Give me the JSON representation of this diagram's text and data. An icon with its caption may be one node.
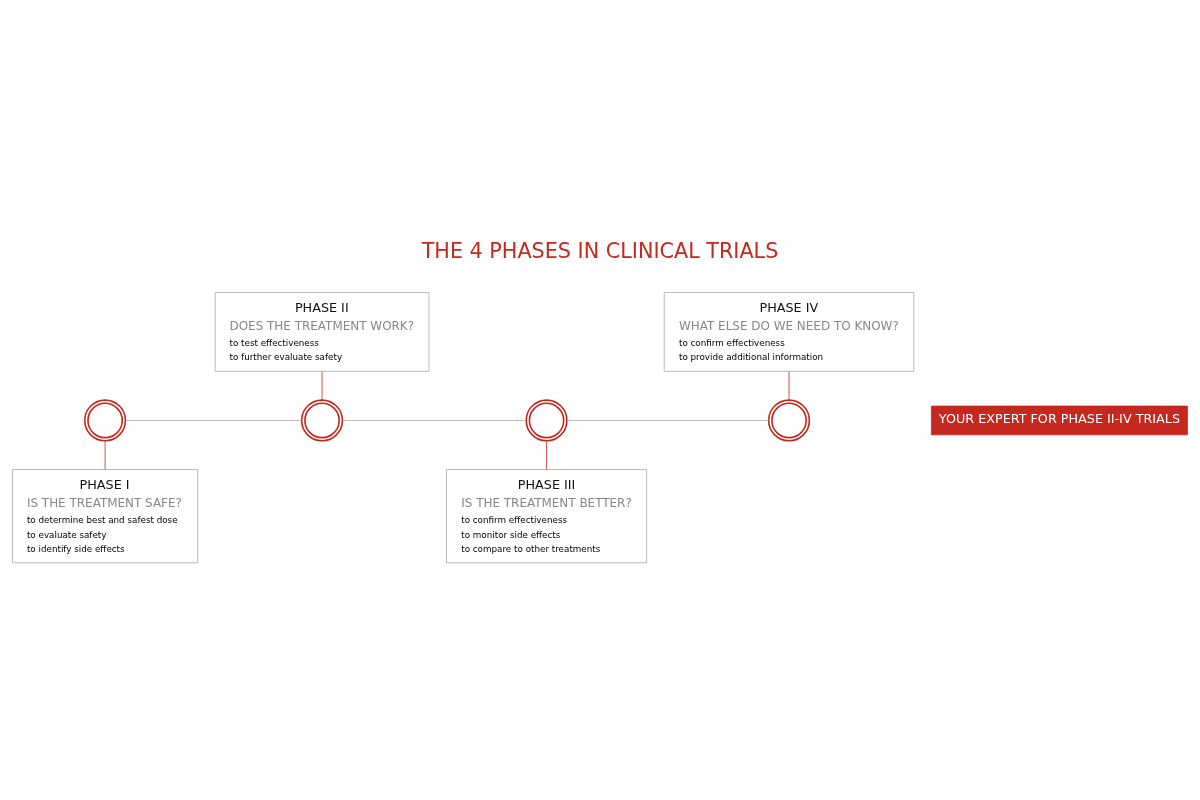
{
  "diagram": {
    "title": "THE 4 PHASES IN CLINICAL TRIALS",
    "caption": "YOUR EXPERT FOR PHASE II-IV TRIALS",
    "nodes": [
      {
        "text": [
          "PHASE I",
          "IS THE TREATMENT SAFE?",
          "to determine best and safest dose",
          "to evaluate safety",
          "to identify side effects"
        ]
      },
      {
        "text": [
          "PHASE II",
          "DOES THE TREATMENT WORK?",
          "to test effectiveness",
          "to further evaluate safety"
        ]
      },
      {
        "text": [
          "PHASE III",
          "IS THE TREATMENT BETTER?",
          "to confirm effectiveness",
          "to monitor side effects",
          "to compare to other treatments"
        ]
      },
      {
        "text": [
          "PHASE IV",
          "WHAT ELSE DO WE NEED TO KNOW?",
          "to confirm effectiveness",
          "to provide additional information"
        ]
      },
      {
        "text": [],
        "shape": "circle"
      },
      {
        "text": [],
        "shape": "circle"
      },
      {
        "text": [],
        "shape": "circle"
      },
      {
        "text": [],
        "shape": "circle"
      }
    ],
    "edges": [
      {
        "from": 4,
        "to": 0,
        "arrow": "none"
      },
      {
        "from": 1,
        "to": 5,
        "arrow": "none"
      },
      {
        "from": 6,
        "to": 2,
        "arrow": "none"
      },
      {
        "from": 3,
        "to": 7,
        "arrow": "none"
      },
      {
        "from": 4,
        "to": 5,
        "arrow": "none",
        "color": "#aaaaaa"
      },
      {
        "from": 5,
        "to": 6,
        "arrow": "none",
        "color": "#aaaaaa"
      },
      {
        "from": 6,
        "to": 7,
        "arrow": "none",
        "color": "#aaaaaa"
      }
    ]
  }
}
